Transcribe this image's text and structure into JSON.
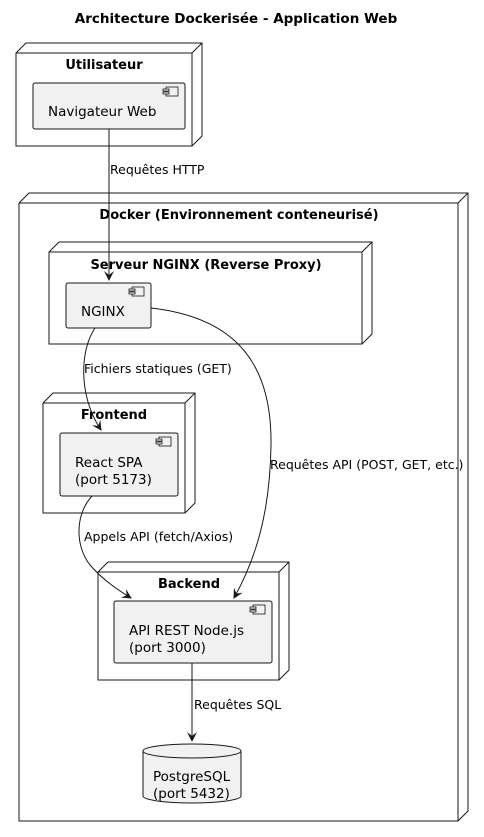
{
  "diagram": {
    "title": "Architecture Dockerisée - Application Web",
    "nodes": {
      "user": {
        "label": "Utilisateur"
      },
      "docker": {
        "label": "Docker (Environnement conteneurisé)"
      },
      "nginx_server": {
        "label": "Serveur NGINX (Reverse Proxy)"
      },
      "frontend": {
        "label": "Frontend"
      },
      "backend": {
        "label": "Backend"
      }
    },
    "components": {
      "browser": {
        "lines": [
          "Navigateur Web"
        ]
      },
      "nginx": {
        "lines": [
          "NGINX"
        ]
      },
      "react": {
        "lines": [
          "React SPA",
          "(port 5173)"
        ]
      },
      "api": {
        "lines": [
          "API REST Node.js",
          "(port 3000)"
        ]
      }
    },
    "database": {
      "lines": [
        "PostgreSQL",
        "(port 5432)"
      ]
    },
    "edges": {
      "http": "Requêtes HTTP",
      "static": "Fichiers statiques (GET)",
      "api_calls": "Requêtes API (POST, GET, etc.)",
      "fetch": "Appels API (fetch/Axios)",
      "sql": "Requêtes SQL"
    },
    "colors": {
      "component_fill": "#f1f1f1",
      "stroke": "#181818",
      "background": "#ffffff"
    }
  }
}
